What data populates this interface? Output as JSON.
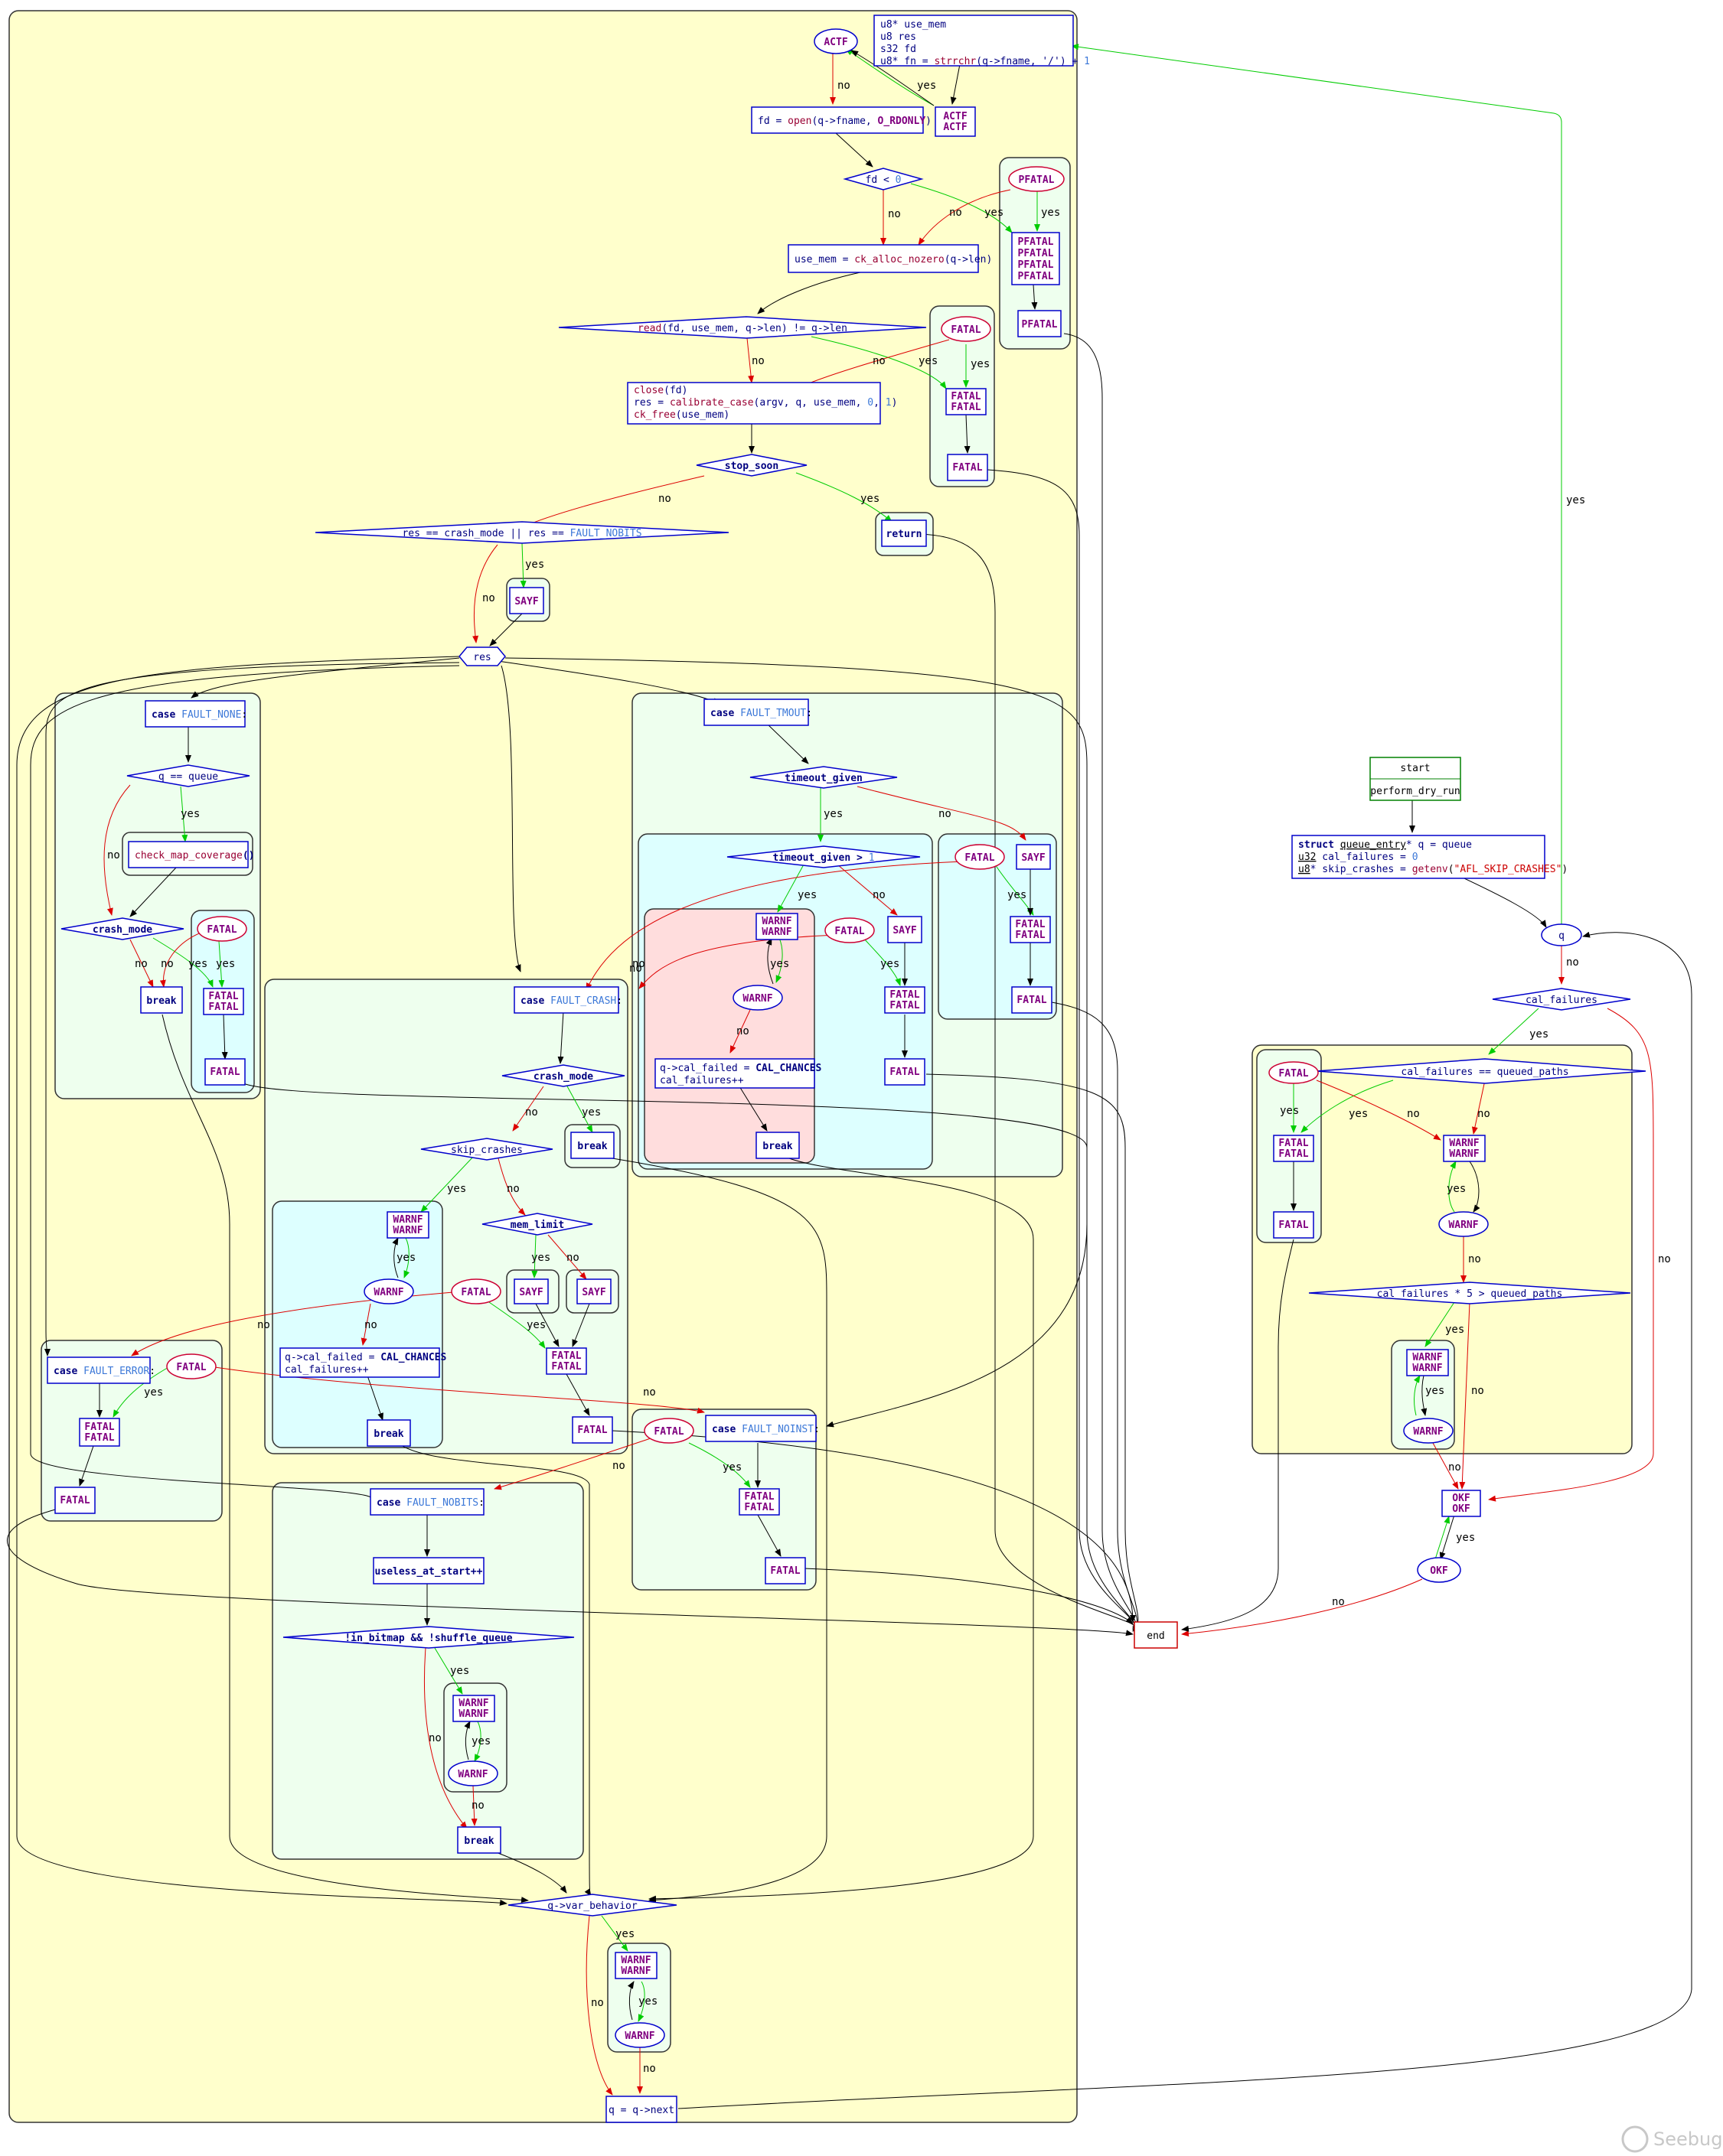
{
  "colors": {
    "yes_edge": "#00cc00",
    "no_edge": "#dd0000",
    "node_border": "#0000cc",
    "macro_ellipse": "#cc0033",
    "cluster_main": "#ffffcc",
    "cluster_green": "#eeffee",
    "cluster_cyan": "#ddffff",
    "cluster_red": "#ffdddd"
  },
  "edge_labels": {
    "yes": "yes",
    "no": "no"
  },
  "start": {
    "title": "start",
    "func": "perform_dry_run"
  },
  "end": {
    "label": "end"
  },
  "decls": {
    "line1_type": "struct",
    "line1_t": "queue_entry",
    "line1_rest": "* q = queue",
    "line2_type": "u32",
    "line2_rest": " cal_failures = ",
    "line2_num": "0",
    "line3_type": "u8",
    "line3_rest": "* skip_crashes = ",
    "line3_fn": "getenv",
    "line3_str": "\"AFL_SKIP_CRASHES\"",
    "line3_end": ")"
  },
  "loop_var": "q",
  "cal_failures": "cal_failures",
  "cal_eq": "cal_failures == queued_paths",
  "cal_mul": "cal_failures * 5 > queued_paths",
  "macros": {
    "actf": "ACTF",
    "pfatal": "PFATAL",
    "fatal": "FATAL",
    "sayf": "SAYF",
    "warnf": "WARNF",
    "okf": "OKF"
  },
  "loop_body": {
    "decl_l1": "u8* use_mem",
    "decl_l2": "u8 res",
    "decl_l3": "s32 fd",
    "decl_l4_a": "u8* fn = ",
    "decl_l4_fn": "strrchr",
    "decl_l4_b": "(q->fname, '/') + ",
    "decl_l4_num": "1",
    "open_a": "fd = ",
    "open_fn": "open",
    "open_b": "(q->fname, ",
    "open_c": "O_RDONLY",
    "fd_lt": "fd < ",
    "fd_num": "0",
    "alloc_a": "use_mem = ",
    "alloc_fn": "ck_alloc_nozero",
    "alloc_b": "(q->len)",
    "read_fn": "read",
    "read_b": "(fd, use_mem, q->len) != q->len",
    "close_fn": "close",
    "close_b": "(fd)",
    "res_a": "res = ",
    "res_fn": "calibrate_case",
    "res_b": "(argv, q, use_mem, ",
    "res_n0": "0",
    ", ": ", ",
    "res_n1": "1",
    ")": ")",
    "free_fn": "ck_free",
    "free_b": "(use_mem)",
    "stop_soon": "stop_soon",
    "res_cond_a": "res == crash_mode || res == ",
    "res_cond_b": "FAULT_NOBITS",
    "ret": "return",
    "res": "res",
    "case_kw": "case",
    "fault_none": "FAULT_NONE",
    "fault_tmout": "FAULT_TMOUT",
    "fault_crash": "FAULT_CRASH",
    "fault_error": "FAULT_ERROR",
    "fault_noinst": "FAULT_NOINST",
    "fault_nobits": "FAULT_NOBITS",
    "q_eq_queue": "q == queue",
    "check_map": "check_map_coverage",
    "check_map_paren": "()",
    "crash_mode": "crash_mode",
    "brk": "break",
    "timeout_given": "timeout_given",
    "timeout_gt": "timeout_given > ",
    "timeout_num": "1",
    "qcal_a": "q->cal_failed = ",
    "qcal_b": "CAL_CHANCES",
    "cal_inc": "cal_failures++",
    "skip_crashes": "skip_crashes",
    "mem_limit": "mem_limit",
    "useless": "useless_at_start++",
    "in_bitmap": "!in_bitmap && !shuffle_queue",
    "var_behavior": "q->var_behavior",
    "q_next": "q = q->next"
  },
  "watermark": "Seebug"
}
